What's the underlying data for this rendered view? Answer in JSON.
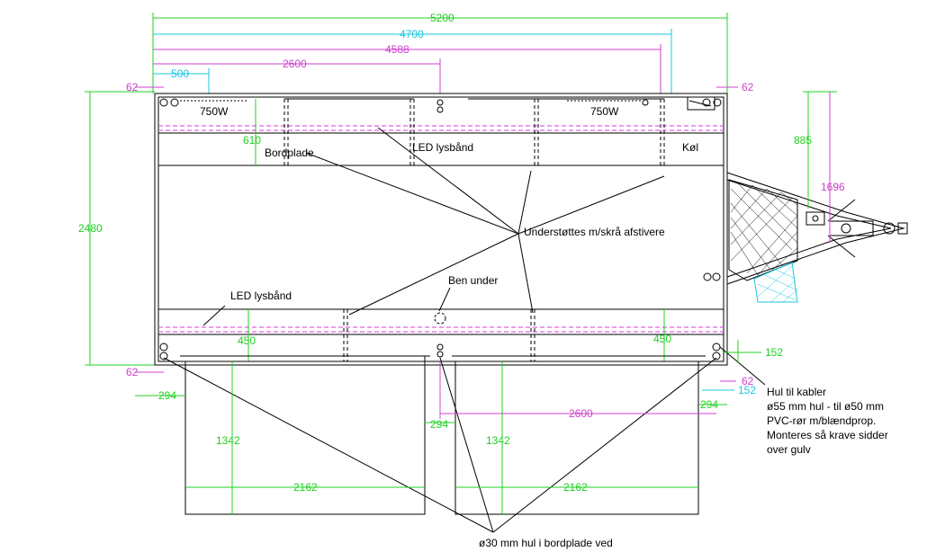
{
  "dimensions": {
    "d5200": "5200",
    "d4700": "4700",
    "d4588": "4588",
    "d2600_top": "2600",
    "d500": "500",
    "d62_tl": "62",
    "d62_tr": "62",
    "d62_bl": "62",
    "d62_br": "62",
    "d2480": "2480",
    "d610": "610",
    "d885": "885",
    "d1696": "1696",
    "d450_l": "450",
    "d450_r": "450",
    "d152_a": "152",
    "d152_b": "152",
    "d294_l": "294",
    "d294_m": "294",
    "d294_r": "294",
    "d2600_bot": "2600",
    "d1342_l": "1342",
    "d1342_r": "1342",
    "d2162_l": "2162",
    "d2162_r": "2162",
    "d750w_l": "750W",
    "d750w_r": "750W"
  },
  "labels": {
    "bordplade": "Bordplade",
    "led_top": "LED lysbånd",
    "kol": "Køl",
    "understottes": "Understøttes m/skrå afstivere",
    "led_bottom": "LED lysbånd",
    "ben_under": "Ben under",
    "hul_kabler": [
      "Hul til kabler",
      "ø55 mm hul - til ø50 mm",
      "PVC-rør m/blændprop.",
      "Monteres så krave sidder",
      "over gulv"
    ],
    "hul_bordplade": "ø30 mm hul i bordplade ved"
  },
  "colors": {
    "magenta": "#d040d0",
    "cyan": "#18c8e0",
    "green": "#20d020",
    "black": "#000000"
  }
}
